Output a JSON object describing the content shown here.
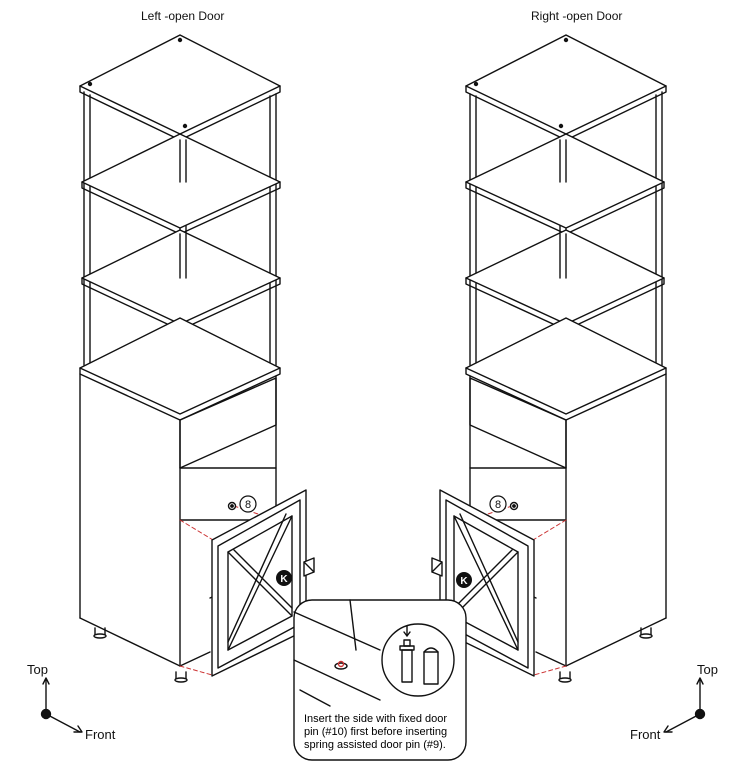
{
  "titles": {
    "left": "Left -open Door",
    "right": "Right -open Door"
  },
  "part_labels": {
    "k": "K",
    "eight": "8"
  },
  "axes": {
    "top": "Top",
    "front": "Front"
  },
  "callout": {
    "line1": "Insert the side with fixed door",
    "line2": "pin (#10) first before inserting",
    "line3": "spring assisted door pin (#9)."
  }
}
